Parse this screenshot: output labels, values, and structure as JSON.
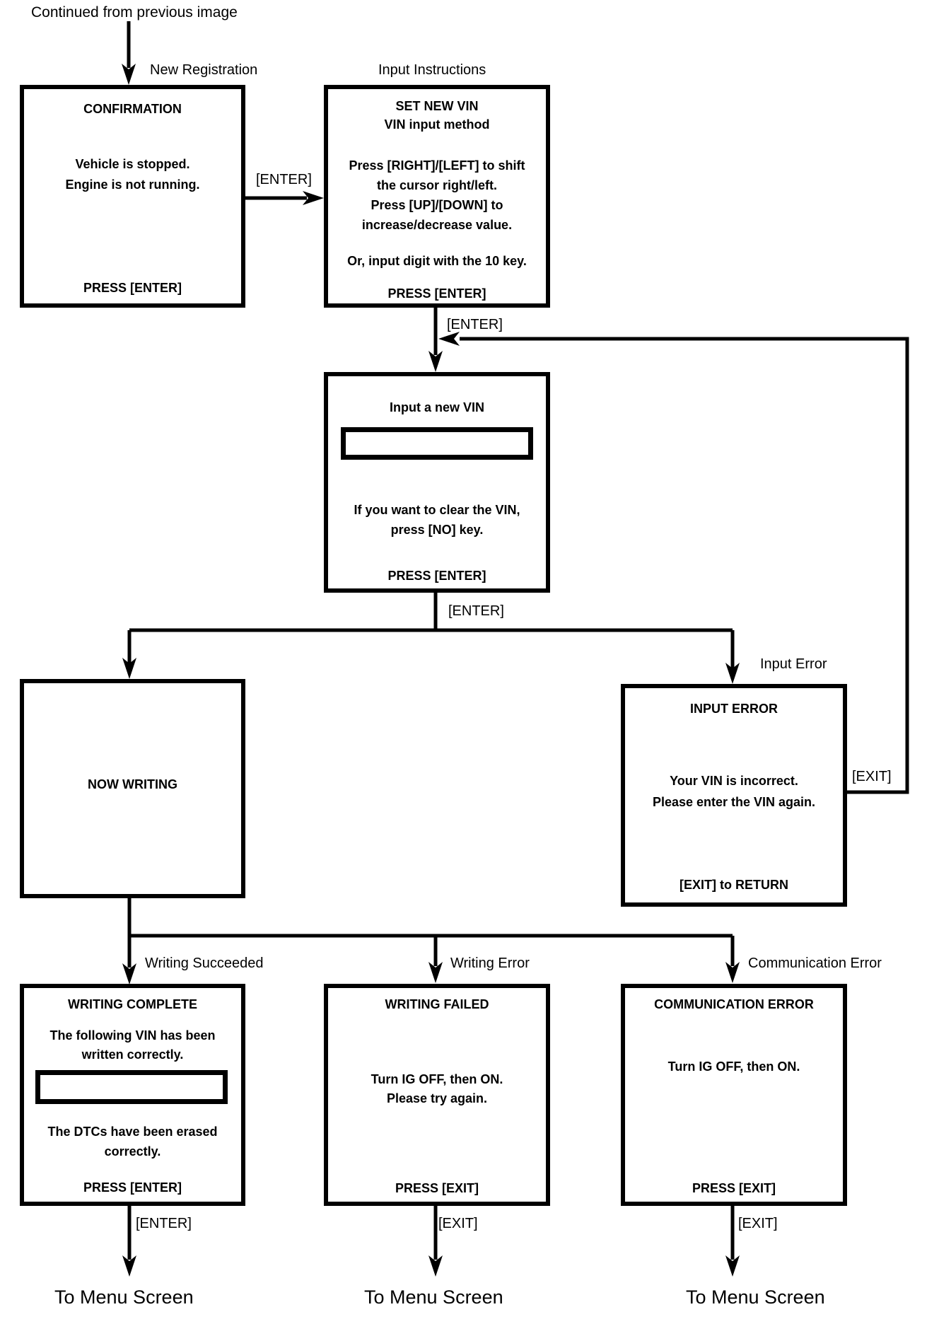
{
  "header": {
    "continued": "Continued from previous image"
  },
  "edge_labels": {
    "new_registration": "New Registration",
    "input_instructions": "Input Instructions",
    "enter_to_set_vin": "[ENTER]",
    "enter_to_input_vin": "[ENTER]",
    "enter_to_writing": "[ENTER]",
    "input_error": "Input Error",
    "exit_return_loop": "[EXIT]",
    "writing_succeeded": "Writing Succeeded",
    "writing_error": "Writing Error",
    "communication_error": "Communication Error",
    "enter_to_menu": "[ENTER]",
    "exit_to_menu_failed": "[EXIT]",
    "exit_to_menu_comm": "[EXIT]",
    "to_menu_screen_1": "To Menu Screen",
    "to_menu_screen_2": "To Menu Screen",
    "to_menu_screen_3": "To Menu Screen"
  },
  "screens": {
    "confirmation": {
      "title": "CONFIRMATION",
      "line1": "Vehicle is stopped.",
      "line2": "Engine is not running.",
      "footer": "PRESS [ENTER]"
    },
    "set_new_vin": {
      "title": "SET NEW VIN",
      "subtitle": "VIN input method",
      "line1": "Press [RIGHT]/[LEFT] to shift",
      "line2": "the cursor right/left.",
      "line3": "Press [UP]/[DOWN] to",
      "line4": "increase/decrease value.",
      "line5": "Or, input digit with the 10 key.",
      "footer": "PRESS [ENTER]"
    },
    "input_new_vin": {
      "title": "Input a new VIN",
      "vin_field_value": "",
      "line1": "If you want to clear the VIN,",
      "line2": "press [NO] key.",
      "footer": "PRESS [ENTER]"
    },
    "now_writing": {
      "title": "NOW WRITING"
    },
    "input_error": {
      "title": "INPUT ERROR",
      "line1": "Your VIN is incorrect.",
      "line2": "Please enter the VIN again.",
      "footer": "[EXIT] to RETURN"
    },
    "writing_complete": {
      "title": "WRITING COMPLETE",
      "line1": "The following VIN has been",
      "line2": "written correctly.",
      "vin_field_value": "",
      "line3": "The DTCs have been erased",
      "line4": "correctly.",
      "footer": "PRESS [ENTER]"
    },
    "writing_failed": {
      "title": "WRITING FAILED",
      "line1": "Turn IG OFF, then ON.",
      "line2": "Please try again.",
      "footer": "PRESS [EXIT]"
    },
    "communication_error": {
      "title": "COMMUNICATION ERROR",
      "line1": "Turn IG OFF, then ON.",
      "footer": "PRESS [EXIT]"
    }
  },
  "colors": {
    "line": "#000000",
    "background": "#ffffff"
  }
}
